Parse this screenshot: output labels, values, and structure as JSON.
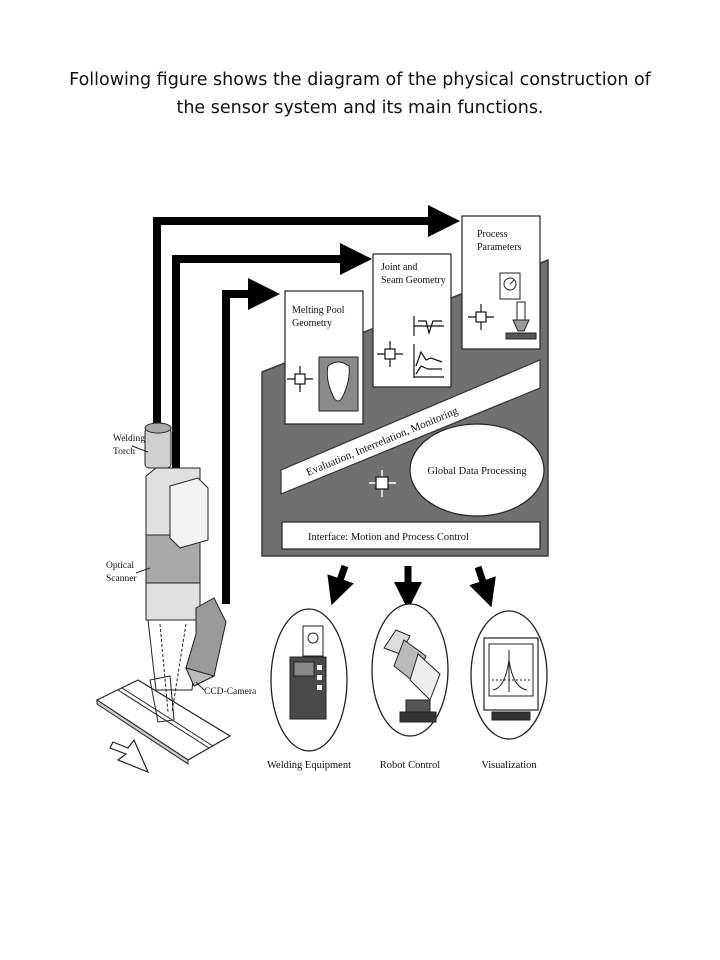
{
  "caption": {
    "line1": "Following figure shows the diagram of the physical construction of",
    "line2": "the sensor system and its main functions."
  },
  "diagram": {
    "cards": {
      "melting_pool": [
        "Melting Pool",
        "Geometry"
      ],
      "joint_seam": [
        "Joint and",
        "Seam Geometry"
      ],
      "process": [
        "Process",
        "Parameters"
      ]
    },
    "band_label": "Evaluation, Interrelation, Monitoring",
    "global_processing": "Global Data Processing",
    "interface": "Interface: Motion and Process Control",
    "outputs": [
      "Welding Equipment",
      "Robot Control",
      "Visualization"
    ],
    "hardware": {
      "torch": [
        "Welding",
        "Torch"
      ],
      "scanner": [
        "Optical",
        "Scanner"
      ],
      "camera": "CCD-Camera"
    },
    "colors": {
      "panel": "#6f6f6f",
      "card": "#ffffff",
      "arrow": "#000000"
    }
  }
}
